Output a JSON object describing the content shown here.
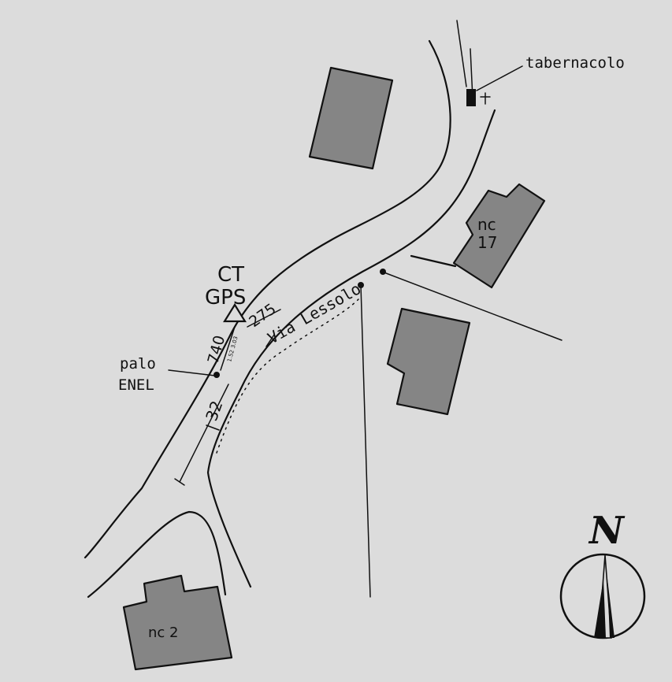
{
  "labels": {
    "tabernacolo": "tabernacolo",
    "nc17_a": "nc",
    "nc17_b": "17",
    "ct": "CT",
    "gps": "GPS",
    "dim275": "275",
    "dim740": "740",
    "dim32": "32",
    "dim_small": "1.52 3.03",
    "palo": "palo",
    "enel": "ENEL",
    "street": "Via Lessolo",
    "nc2": "nc 2",
    "north": "N"
  },
  "colors": {
    "background": "#dcdcdc",
    "building_fill": "#858585",
    "ink": "#111111"
  }
}
